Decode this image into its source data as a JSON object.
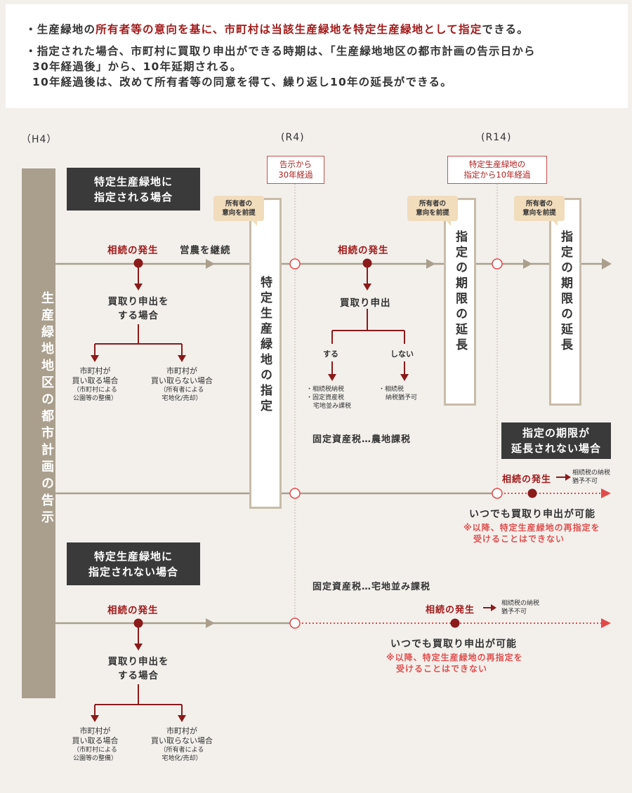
{
  "intro": {
    "bullet": "・",
    "line1_a": "生産緑地の",
    "line1_b": "所有者等の意向を基に、市町村は当該生産緑地を特定生産緑地として指定",
    "line1_c": "できる。",
    "line2": "・指定された場合、市町村に買取り申出ができる時期は、「生産緑地地区の都市計画の告示日から",
    "line3": "30年経過後」から、10年延期される。",
    "line4": "10年経過後は、改めて所有者等の同意を得て、繰り返し10年の延長ができる。"
  },
  "eras": {
    "h4": "（H4）",
    "r4": "(R4)",
    "r14": "(R14)"
  },
  "vertical_bar": "生産緑地地区の都市計画の告示",
  "section_designated": {
    "line1": "特定生産緑地に",
    "line2": "指定される場合"
  },
  "section_not_designated": {
    "line1": "特定生産緑地に",
    "line2": "指定されない場合"
  },
  "section_not_extended": {
    "line1": "指定の期限が",
    "line2": "延長されない場合"
  },
  "markers": {
    "r4": {
      "line1": "告示から",
      "line2": "30年経過"
    },
    "r14": {
      "line1": "特定生産緑地の",
      "line2": "指定から10年経過"
    }
  },
  "owner_note": {
    "line1": "所有者の",
    "line2": "意向を前提"
  },
  "designation_box": "特定生産緑地の指定",
  "extension_box": "指定の期限の延長",
  "inheritance": "相続の発生",
  "continue_farming": "営農を継続",
  "purchase_request_case": {
    "line1": "買取り申出を",
    "line2": "する場合"
  },
  "purchase_request": "買取り申出",
  "do": "する",
  "dont": "しない",
  "municipal_buys": {
    "line1": "市町村が",
    "line2": "買い取る場合",
    "line3": "（市町村による",
    "line4": "公園等の整備）"
  },
  "municipal_not_buy": {
    "line1": "市町村が",
    "line2": "買い取らない場合",
    "line3": "（所有者による",
    "line4": "宅地化/売却）"
  },
  "do_result": {
    "line1": "・相続税納税",
    "line2": "・固定資産税",
    "line3": "宅地並み課税"
  },
  "dont_result": {
    "line1": "・相続税",
    "line2": "納税猶予可"
  },
  "tax_farmland": "固定資産税…農地課税",
  "tax_residential": "固定資産税…宅地並み課税",
  "no_deferral": {
    "line1": "相続税の納税",
    "line2": "猶予不可"
  },
  "anytime_request": "いつでも買取り申出が可能",
  "no_redesignation": {
    "line1": "※以降、特定生産緑地の再指定を",
    "line2": "受けることはできない"
  },
  "colors": {
    "tan_line": "#aa9f8d",
    "dark_red": "#8b1a1a",
    "bright_red": "#e24a4a",
    "dark_box": "#3a3a3a"
  }
}
